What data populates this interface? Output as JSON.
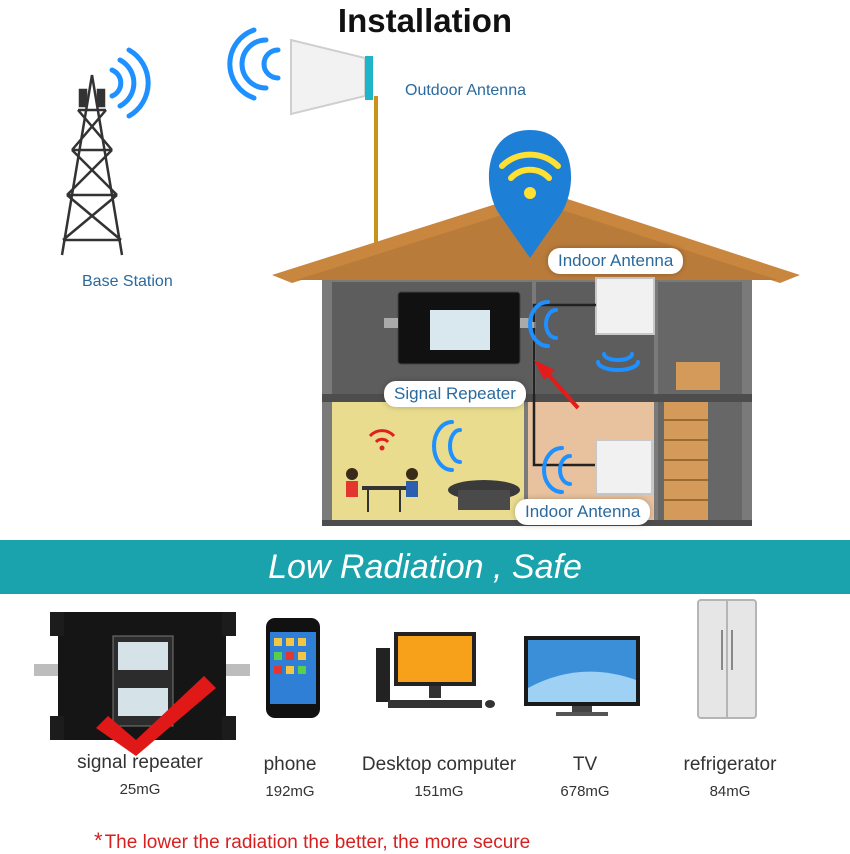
{
  "title": "Installation",
  "labels": {
    "outdoor_antenna": "Outdoor Antenna",
    "base_station": "Base Station",
    "indoor_antenna_top": "Indoor Antenna",
    "signal_repeater": "Signal Repeater",
    "indoor_antenna_bottom": "Indoor Antenna"
  },
  "banner": "Low Radiation , Safe",
  "devices": [
    {
      "name": "signal repeater",
      "value": "25mG"
    },
    {
      "name": "phone",
      "value": "192mG"
    },
    {
      "name": "Desktop computer",
      "value": "151mG"
    },
    {
      "name": "TV",
      "value": "678mG"
    },
    {
      "name": "refrigerator",
      "value": "84mG"
    }
  ],
  "footnote": {
    "star": "*",
    "text": "The lower the radiation the better, the more secure"
  },
  "colors": {
    "banner": "#1aa3ac",
    "label": "#2a6a9e",
    "footnote": "#d81f1f",
    "wave": "#1e90ff"
  }
}
